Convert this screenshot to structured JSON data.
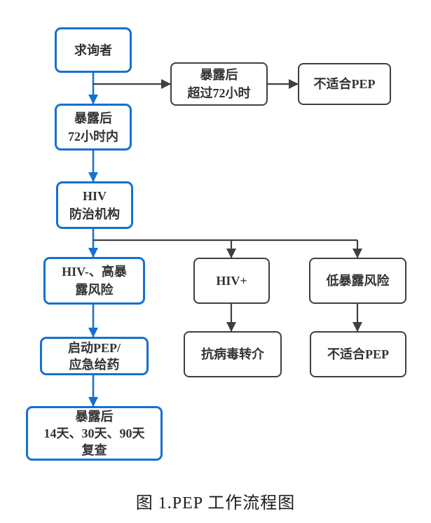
{
  "figure": {
    "caption": "图 1.PEP 工作流程图"
  },
  "colors": {
    "primary_flow_blue": "#1570d2",
    "secondary_flow_dark": "#3f3f3f",
    "box_text": "#333333",
    "background": "#ffffff"
  },
  "nodes": {
    "seeker": {
      "label": "求询者"
    },
    "exposed_over_72h": {
      "label": "暴露后\n超过72小时"
    },
    "not_suitable_pep_top": {
      "label": "不适合PEP"
    },
    "exposed_within_72h": {
      "label": "暴露后\n72小时内"
    },
    "hiv_agency": {
      "label": "HIV\n防治机构"
    },
    "hiv_negative_high_risk": {
      "label": "HIV-、高暴\n露风险"
    },
    "hiv_positive": {
      "label": "HIV+"
    },
    "low_exposure_risk": {
      "label": "低暴露风险"
    },
    "start_pep": {
      "label": "启动PEP/\n应急给药"
    },
    "antiviral_referral": {
      "label": "抗病毒转介"
    },
    "not_suitable_pep_bottom": {
      "label": "不适合PEP"
    },
    "followup": {
      "label": "暴露后\n14天、30天、90天\n复查"
    }
  },
  "edges": [
    {
      "from": "seeker",
      "to": "exposed_within_72h"
    },
    {
      "from": "seeker",
      "to": "exposed_over_72h"
    },
    {
      "from": "exposed_over_72h",
      "to": "not_suitable_pep_top"
    },
    {
      "from": "exposed_within_72h",
      "to": "hiv_agency"
    },
    {
      "from": "hiv_agency",
      "to": "hiv_negative_high_risk"
    },
    {
      "from": "hiv_agency",
      "to": "hiv_positive"
    },
    {
      "from": "hiv_agency",
      "to": "low_exposure_risk"
    },
    {
      "from": "hiv_negative_high_risk",
      "to": "start_pep"
    },
    {
      "from": "start_pep",
      "to": "followup"
    },
    {
      "from": "hiv_positive",
      "to": "antiviral_referral"
    },
    {
      "from": "low_exposure_risk",
      "to": "not_suitable_pep_bottom"
    }
  ]
}
